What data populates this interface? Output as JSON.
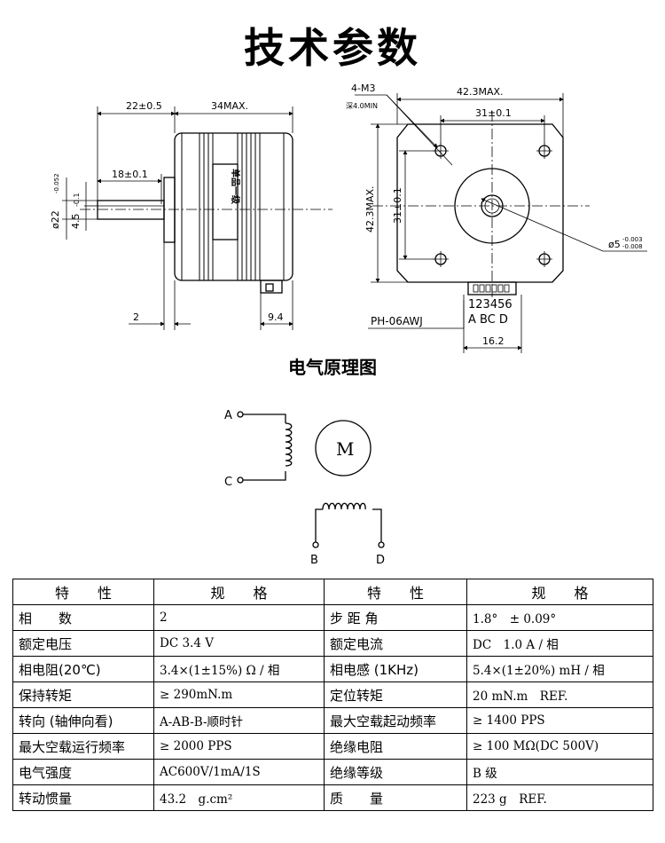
{
  "title": "技术参数",
  "drawing": {
    "side_view": {
      "dims": {
        "shaft_length": "22±0.5",
        "body_length": "34MAX.",
        "flat_length": "18±0.1",
        "shaft_diameter": "ø22",
        "shaft_diameter_tol": "-0.052",
        "flat_depth": "4.5",
        "flat_depth_tol": "-0.1",
        "boss": "2",
        "connector_offset": "9.4"
      },
      "label_vertical": "单品一级"
    },
    "front_view": {
      "mount_holes": "4-M3",
      "hole_depth": "深4.0MIN",
      "width": "42.3MAX.",
      "hole_spacing_h": "31±0.1",
      "height": "42.3MAX.",
      "hole_spacing_v": "31±0.1",
      "shaft_dia": "ø5",
      "shaft_tol_upper": "-0.003",
      "shaft_tol_lower": "-0.008",
      "pins": "123456",
      "pin_names": "A BC D",
      "connector": "PH-06AWJ",
      "connector_width": "16.2"
    }
  },
  "schematic": {
    "title": "电气原理图",
    "motor_label": "M",
    "terminals": [
      "A",
      "C",
      "B",
      "D"
    ]
  },
  "specs": {
    "headers": [
      "特　　性",
      "规　　格",
      "特　　性",
      "规　　格"
    ],
    "rows": [
      [
        "相　　数",
        "2",
        "步 距 角",
        "1.8°　± 0.09°"
      ],
      [
        "额定电压",
        "DC 3.4 V",
        "额定电流",
        "DC　1.0 A / 相"
      ],
      [
        "相电阻(20℃)",
        "3.4×(1±15%) Ω / 相",
        "相电感 (1KHz)",
        "5.4×(1±20%) mH / 相"
      ],
      [
        "保持转矩",
        "≥ 290mN.m",
        "定位转矩",
        "20 mN.m　REF."
      ],
      [
        "转向 (轴伸向看)",
        "A-AB-B-顺时针",
        "最大空载起动频率",
        "≥ 1400 PPS"
      ],
      [
        "最大空载运行频率",
        "≥ 2000 PPS",
        "绝缘电阻",
        "≥ 100 MΩ(DC 500V)"
      ],
      [
        "电气强度",
        "AC600V/1mA/1S",
        "绝缘等级",
        "B 级"
      ],
      [
        "转动惯量",
        "43.2　g.cm²",
        "质　　量",
        "223 g　REF."
      ]
    ]
  }
}
